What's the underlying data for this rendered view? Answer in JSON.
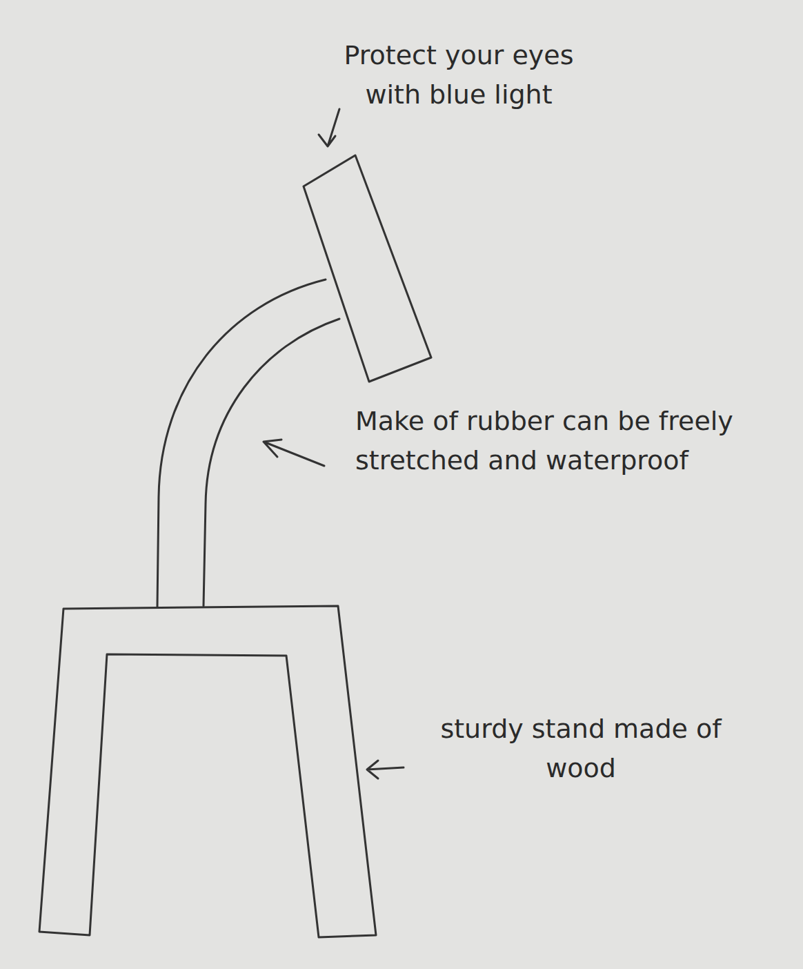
{
  "diagram": {
    "labels": [
      "Protect your eyes with blue light",
      "Make of rubber can be freely stretched and waterproof",
      "sturdy stand made of wood"
    ]
  }
}
